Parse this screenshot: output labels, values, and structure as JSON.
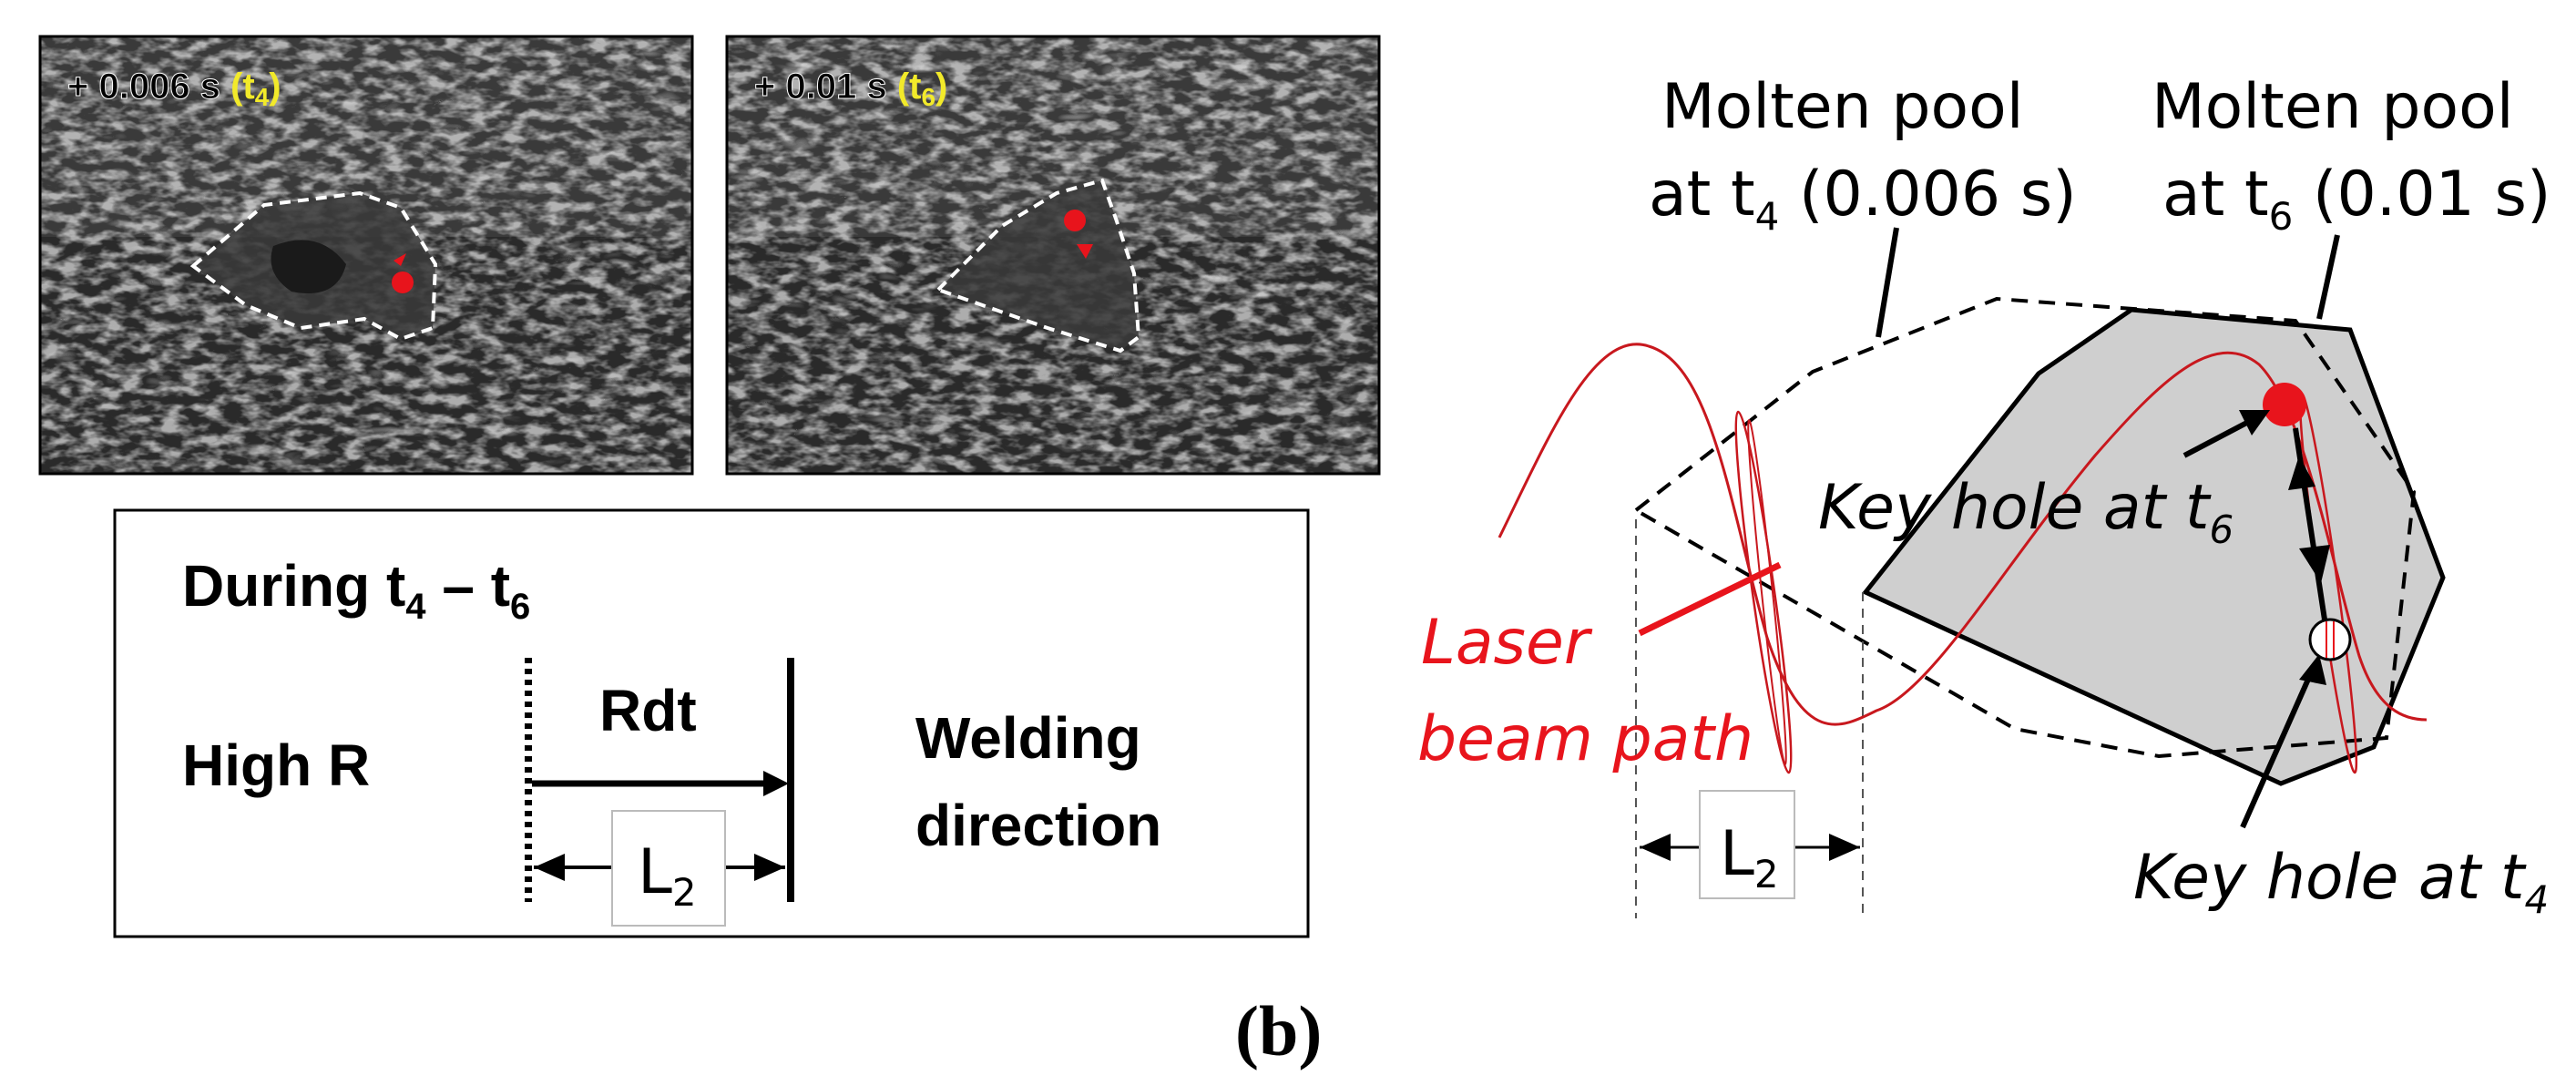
{
  "photos": [
    {
      "time": "+ 0.006 s",
      "label_open": "(t",
      "label_sub": "4",
      "label_close": ")"
    },
    {
      "time": "+ 0.01 s",
      "label_open": "(t",
      "label_sub": "6",
      "label_close": ")"
    }
  ],
  "box": {
    "during": "During t",
    "during_sub1": "4",
    "during_dash": " – t",
    "during_sub2": "6",
    "high_r": "High R",
    "rdt": "Rdt",
    "l2": "L",
    "l2_sub": "2",
    "welding_line1": "Welding",
    "welding_line2": "direction"
  },
  "diagram": {
    "pool4_line1": "Molten pool",
    "pool4_line2": "at t",
    "pool4_sub": "4",
    "pool4_rest": " (0.006 s)",
    "pool6_line1": "Molten pool",
    "pool6_line2": "at t",
    "pool6_sub": "6",
    "pool6_rest": " (0.01 s)",
    "keyhole6": "Key hole at t",
    "keyhole6_sub": "6",
    "keyhole4": "Key hole at t",
    "keyhole4_sub": "4",
    "laser_line1": "Laser",
    "laser_line2": "beam path",
    "l2": "L",
    "l2_sub": "2"
  },
  "caption": "(b)",
  "colors": {
    "accent_red": "#e8141c",
    "yellow_label": "#f2ea2a",
    "pool_fill": "#cfcfcf"
  }
}
